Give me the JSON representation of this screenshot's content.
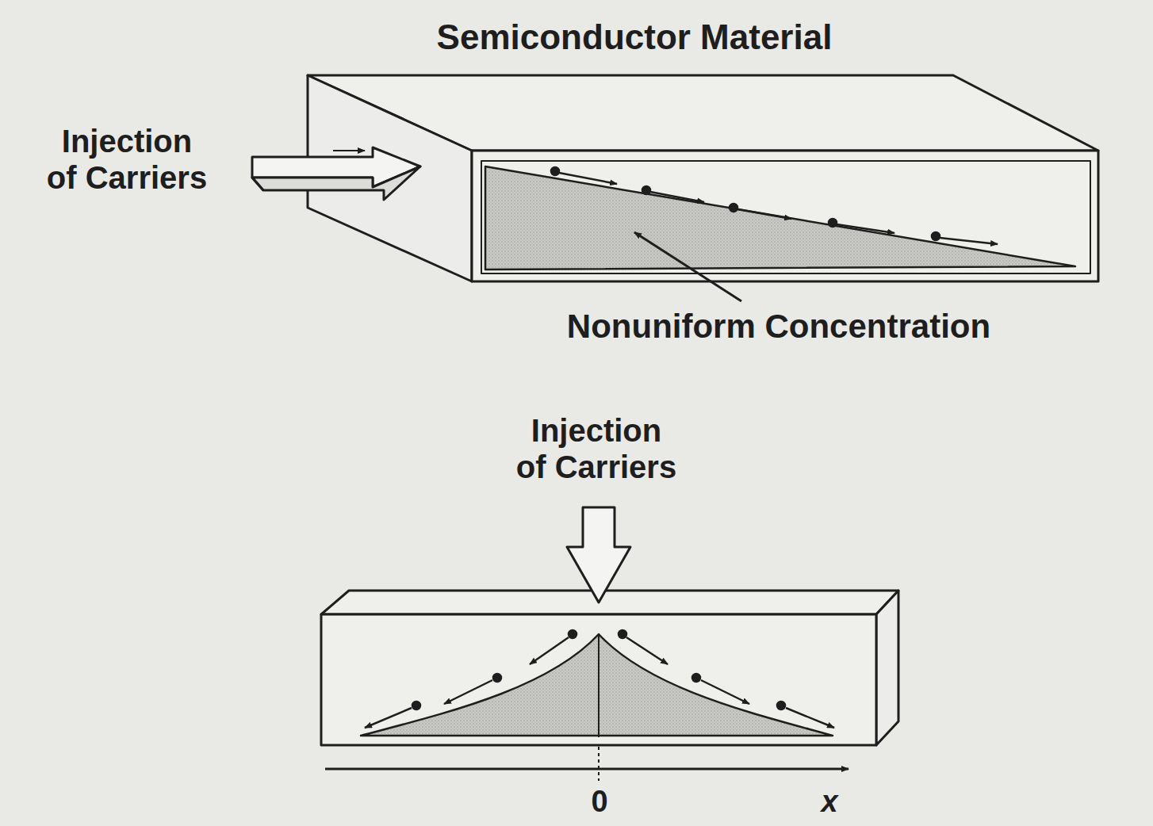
{
  "diagram": {
    "labels": [
      "Semiconductor Material",
      "Injection of Carriers",
      "Nonuniform Concentration",
      "Injection of Carriers",
      "0",
      "x"
    ]
  }
}
